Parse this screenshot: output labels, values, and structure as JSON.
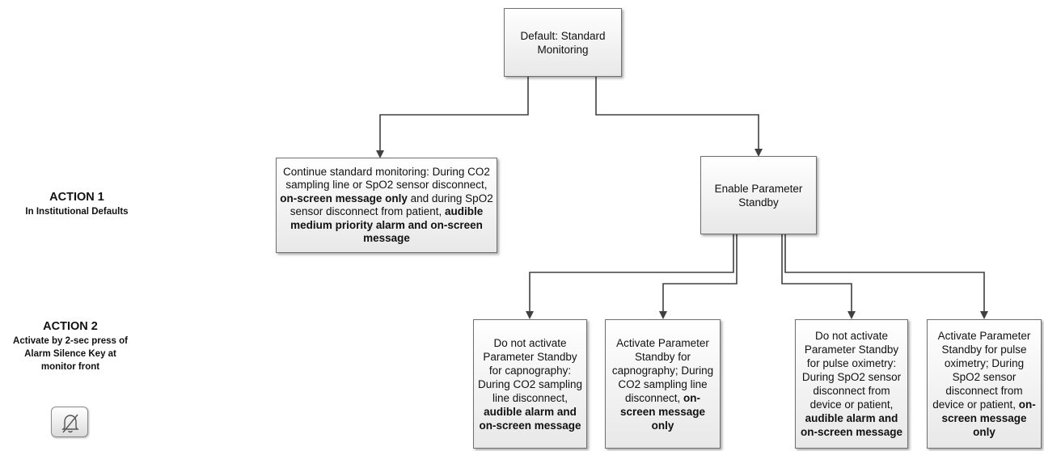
{
  "nodes": {
    "default": [
      "Default: Standard Monitoring"
    ],
    "continue": [
      "Continue standard monitoring: During CO2 sampling line or SpO2 sensor disconnect, ",
      "on-screen message only",
      " and during  SpO2 sensor disconnect from patient, ",
      "audible medium priority alarm and on-screen message"
    ],
    "enable": [
      "Enable Parameter Standby"
    ],
    "leaf1": [
      "Do not activate Parameter Standby for capnography: During CO2 sampling line disconnect, ",
      "audible alarm and on-screen message"
    ],
    "leaf2": [
      "Activate Parameter Standby for capnography; During CO2 sampling line disconnect, ",
      "on-screen message only"
    ],
    "leaf3": [
      "Do not activate Parameter Standby for pulse oximetry: During SpO2 sensor disconnect from device or patient, ",
      "audible alarm and on-screen message"
    ],
    "leaf4": [
      "Activate Parameter Standby for pulse oximetry; During SpO2 sensor disconnect from device or patient, ",
      "on-screen message only"
    ]
  },
  "actions": {
    "action1": {
      "title": "ACTION 1",
      "subtitle": "In Institutional Defaults"
    },
    "action2": {
      "title": "ACTION 2",
      "subtitle": "Activate by 2-sec press of Alarm Silence Key at monitor front"
    }
  },
  "icons": {
    "alarm_silence_key": "alarm-silence-bell-icon"
  },
  "colors": {
    "line": "#404040",
    "box_border": "#6f6f6f"
  }
}
